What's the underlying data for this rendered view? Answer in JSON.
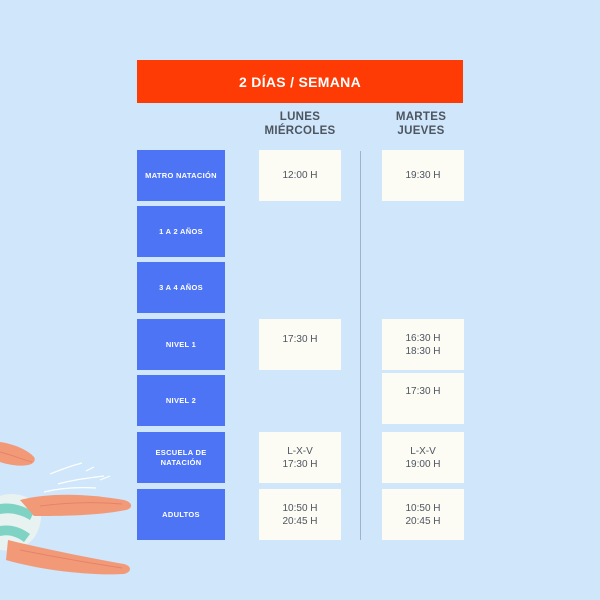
{
  "header": {
    "title": "2 DÍAS / SEMANA"
  },
  "columns": [
    {
      "lines": [
        "LUNES",
        "MIÉRCOLES"
      ]
    },
    {
      "lines": [
        "MARTES",
        "JUEVES"
      ]
    }
  ],
  "rows": [
    {
      "label": [
        "MATRO NATACIÓN"
      ],
      "col1": [
        "12:00 H"
      ],
      "col2": [
        "19:30 H"
      ]
    },
    {
      "label": [
        "1 A 2 AÑOS"
      ],
      "col1": [],
      "col2": []
    },
    {
      "label": [
        "3 A 4 AÑOS"
      ],
      "col1": [],
      "col2": []
    },
    {
      "label": [
        "NIVEL 1"
      ],
      "col1": [
        "17:30 H"
      ],
      "col2": [
        "16:30 H",
        "18:30 H"
      ]
    },
    {
      "label": [
        "NIVEL 2"
      ],
      "col1": [],
      "col2": [
        "17:30 H"
      ]
    },
    {
      "label": [
        "ESCUELA DE",
        "NATACIÓN"
      ],
      "col1": [
        "L-X-V",
        "17:30 H"
      ],
      "col2": [
        "L-X-V",
        "19:00 H"
      ]
    },
    {
      "label": [
        "ADULTOS"
      ],
      "col1": [
        "10:50 H",
        "20:45 H"
      ],
      "col2": [
        "10:50 H",
        "20:45 H"
      ]
    }
  ],
  "colors": {
    "background": "#cfe6fb",
    "header": "#ff3b05",
    "label": "#4d74f5",
    "cell": "#fcfbf4",
    "text": "#4d5560"
  },
  "illustration": {
    "icon": "swimmer-icon"
  }
}
